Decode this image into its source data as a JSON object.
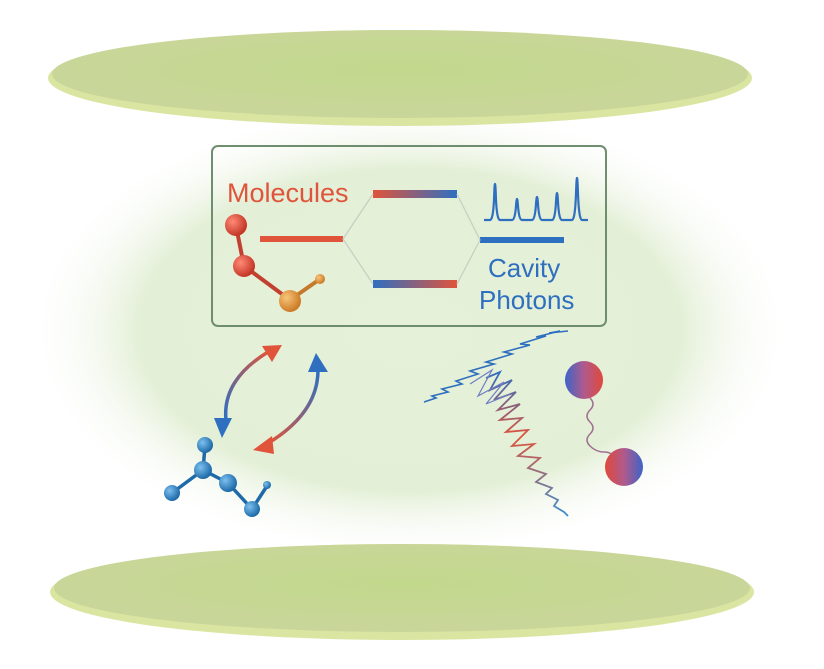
{
  "diagram": {
    "labels": {
      "molecules": "Molecules",
      "cavity_line1": "Cavity",
      "cavity_line2": "Photons"
    },
    "colors": {
      "mirror_fill": "#c9d597",
      "mirror_rim": "#dde6a6",
      "cavity_glow": "#d9ebc8",
      "box_border": "#6f8e6f",
      "molecule_red": "#e0543b",
      "photon_blue": "#2f6fc0",
      "atom_orange": "#e39a3a",
      "atom_blue": "#2f88c9"
    },
    "icons": {
      "molecule_top": "molecule-icon",
      "molecule_bottom": "molecule-icon",
      "arrows": "exchange-arrows-icon",
      "spectrum": "spectrum-peaks-icon",
      "wave_packet": "wave-packet-icon",
      "dimer": "vibrating-dimer-icon"
    }
  }
}
